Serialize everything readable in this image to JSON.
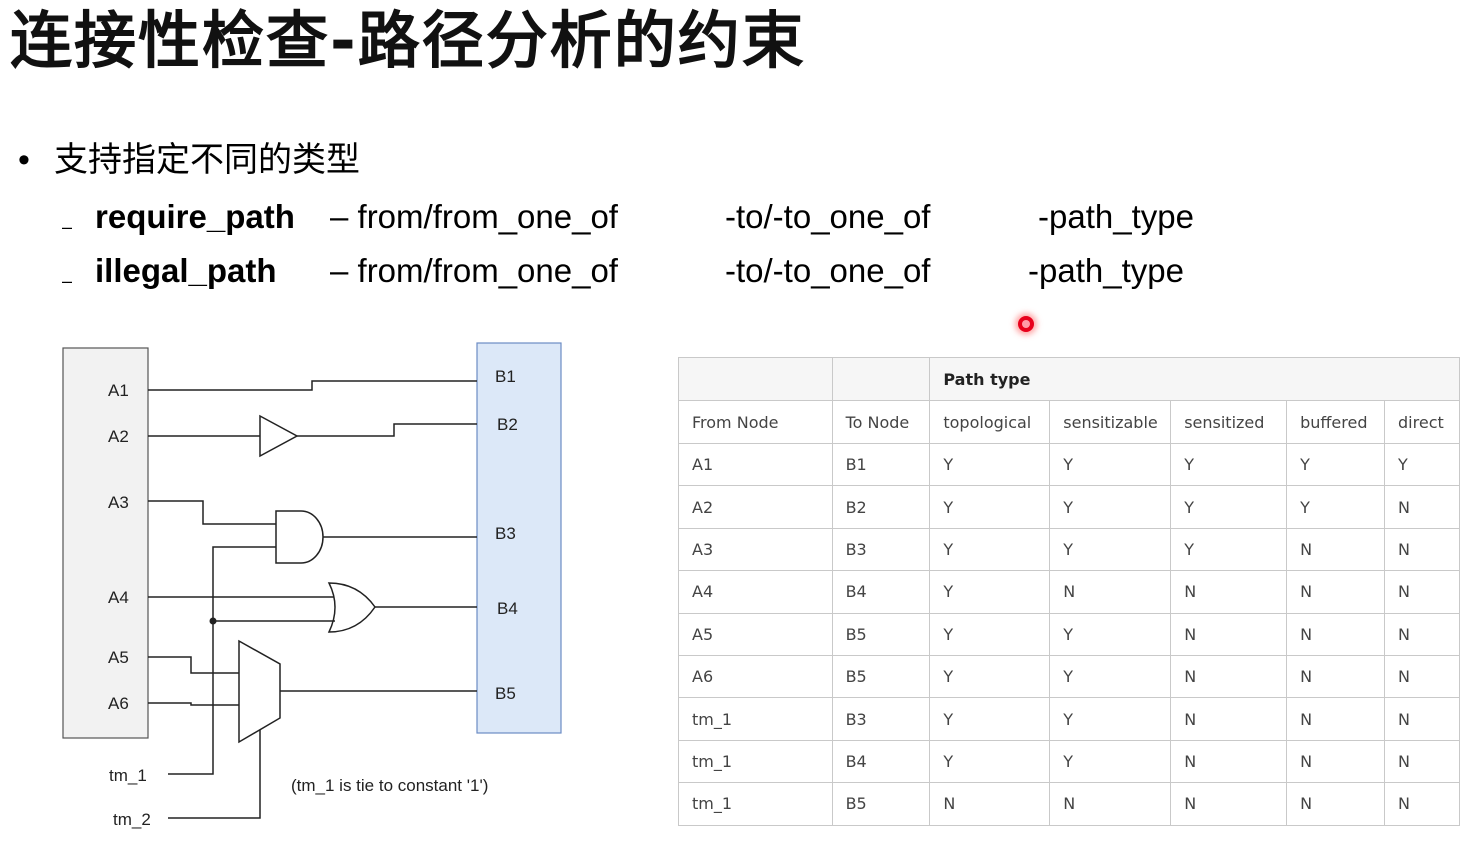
{
  "title": "连接性检查-路径分析的约束",
  "bullet": {
    "marker": "•",
    "text": "支持指定不同的类型"
  },
  "commands": [
    {
      "dash": "–",
      "name": "require_path",
      "from": "– from/from_one_of",
      "to": "-to/-to_one_of",
      "type": "-path_type"
    },
    {
      "dash": "–",
      "name": "illegal_path",
      "from": "– from/from_one_of",
      "to": "-to/-to_one_of",
      "type": "-path_type"
    }
  ],
  "diagram": {
    "inputs": [
      "A1",
      "A2",
      "A3",
      "A4",
      "A5",
      "A6"
    ],
    "outputs": [
      "B1",
      "B2",
      "B3",
      "B4",
      "B5"
    ],
    "test_pins": [
      "tm_1",
      "tm_2"
    ],
    "note": "(tm_1 is tie to constant '1')"
  },
  "table": {
    "group_header": "Path type",
    "columns": [
      "From Node",
      "To Node",
      "topological",
      "sensitizable",
      "sensitized",
      "buffered",
      "direct"
    ],
    "rows": [
      [
        "A1",
        "B1",
        "Y",
        "Y",
        "Y",
        "Y",
        "Y"
      ],
      [
        "A2",
        "B2",
        "Y",
        "Y",
        "Y",
        "Y",
        "N"
      ],
      [
        "A3",
        "B3",
        "Y",
        "Y",
        "Y",
        "N",
        "N"
      ],
      [
        "A4",
        "B4",
        "Y",
        "N",
        "N",
        "N",
        "N"
      ],
      [
        "A5",
        "B5",
        "Y",
        "Y",
        "N",
        "N",
        "N"
      ],
      [
        "A6",
        "B5",
        "Y",
        "Y",
        "N",
        "N",
        "N"
      ],
      [
        "tm_1",
        "B3",
        "Y",
        "Y",
        "N",
        "N",
        "N"
      ],
      [
        "tm_1",
        "B4",
        "Y",
        "Y",
        "N",
        "N",
        "N"
      ],
      [
        "tm_1",
        "B5",
        "N",
        "N",
        "N",
        "N",
        "N"
      ]
    ]
  },
  "colors": {
    "output_block": "#dce8f8",
    "output_border": "#6c8cc4",
    "input_block": "#f2f2f2",
    "pointer": "#e8001c"
  }
}
